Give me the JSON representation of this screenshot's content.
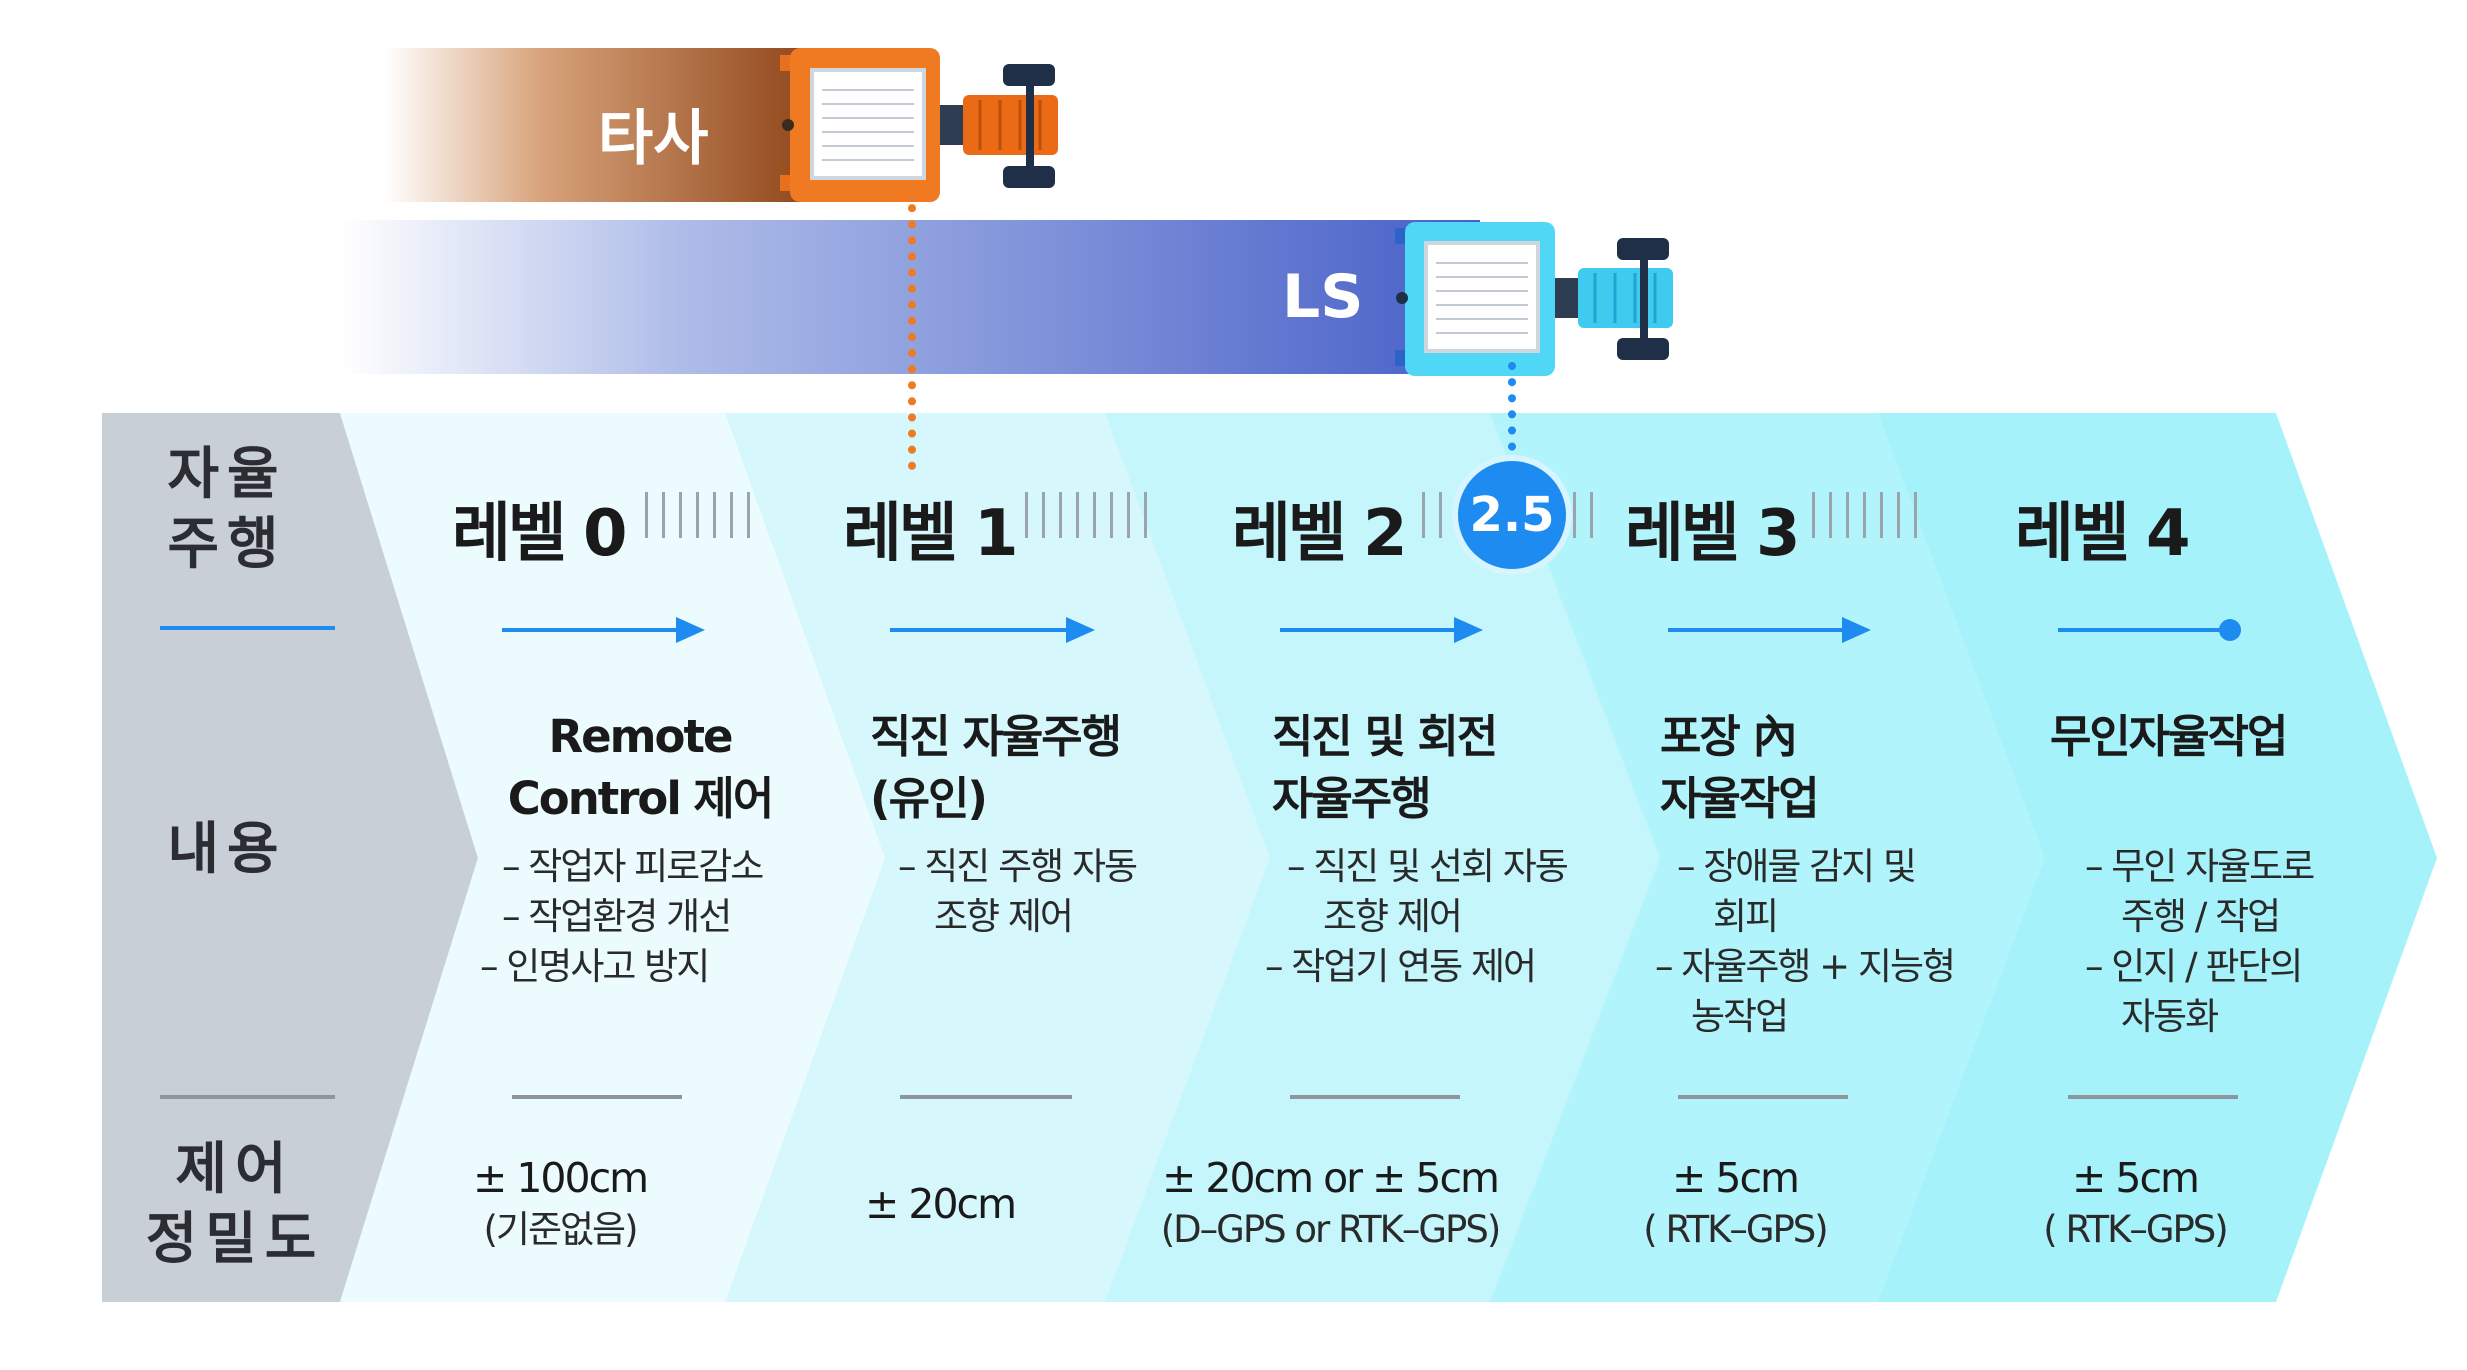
{
  "companies": [
    {
      "label": "타사",
      "accent": "#f07a22"
    },
    {
      "label": "LS",
      "accent": "#4fd7f5"
    }
  ],
  "row_labels": [
    "자율\n주행",
    "내용",
    "제어\n정밀도"
  ],
  "badge": "2.5",
  "levels": [
    {
      "name": "레벨 0",
      "title": "Remote\nControl 제어",
      "bullets": [
        "– 작업자 피로감소",
        "– 작업환경 개선",
        "– 인명사고 방지"
      ],
      "precision": "± 100cm",
      "precision_note": "(기준없음)"
    },
    {
      "name": "레벨 1",
      "title": "직진 자율주행\n(유인)",
      "bullets": [
        "– 직진 주행 자동",
        "조향 제어"
      ],
      "precision": "± 20cm",
      "precision_note": ""
    },
    {
      "name": "레벨 2",
      "title": "직진 및 회전\n자율주행",
      "bullets": [
        "– 직진 및 선회 자동",
        "조향 제어",
        "– 작업기 연동 제어"
      ],
      "precision": "± 20cm or ± 5cm",
      "precision_note": "(D–GPS or RTK–GPS)"
    },
    {
      "name": "레벨 3",
      "title": "포장 內\n자율작업",
      "bullets": [
        "– 장애물 감지 및",
        "회피",
        "– 자율주행 + 지능형",
        "농작업"
      ],
      "precision": "± 5cm",
      "precision_note": "( RTK–GPS)"
    },
    {
      "name": "레벨 4",
      "title": "무인자율작업",
      "bullets": [
        "– 무인 자율도로",
        "주행 / 작업",
        "– 인지 / 판단의",
        "자동화"
      ],
      "precision": "± 5cm",
      "precision_note": "( RTK–GPS)"
    }
  ]
}
